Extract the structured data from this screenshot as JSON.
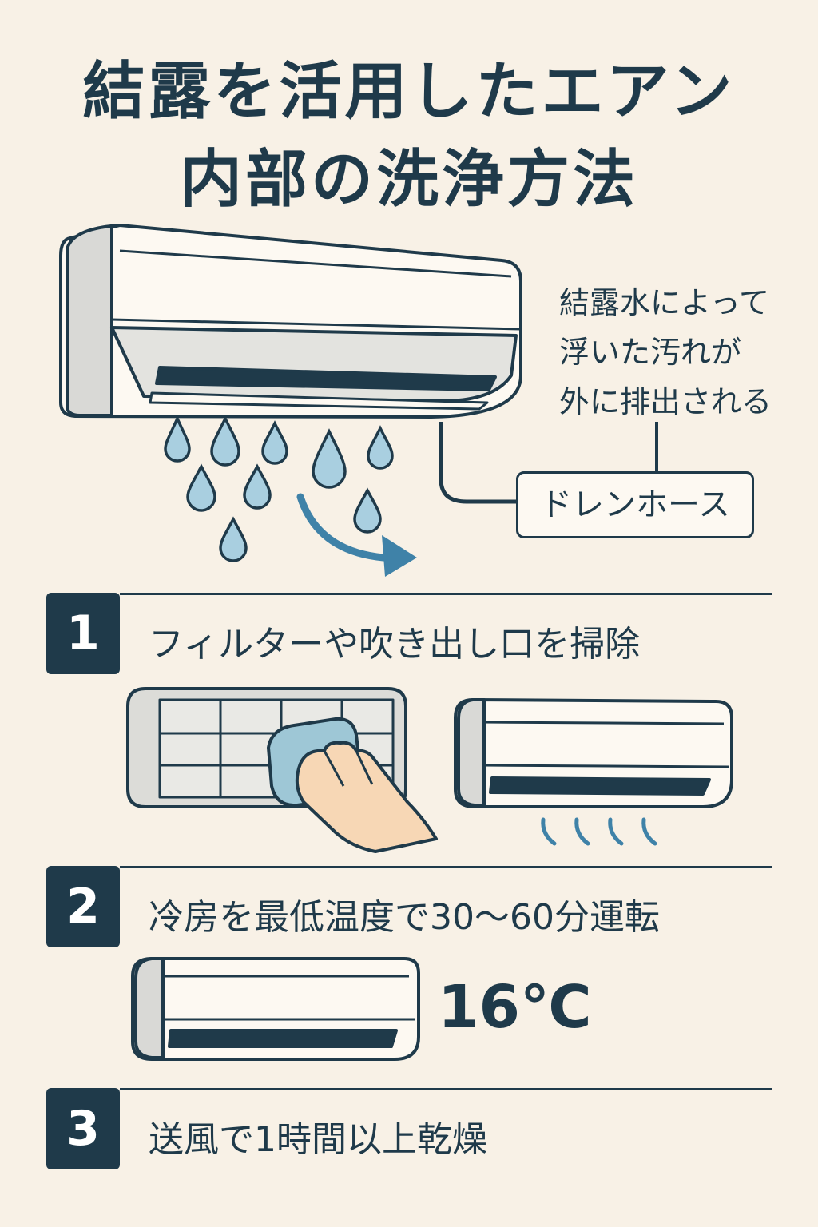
{
  "title": {
    "line1": "結露を活用したエアン",
    "line2": "内部の洗浄方法"
  },
  "diagram": {
    "note_lines": [
      "結露水によって",
      "浮いた汚れが",
      "外に排出される"
    ],
    "hose_label": "ドレンホース"
  },
  "steps": [
    {
      "number": "1",
      "text": "フィルターや吹き出し口を掃除"
    },
    {
      "number": "2",
      "text": "冷房を最低温度で30～60分運転",
      "temperature": "16℃"
    },
    {
      "number": "3",
      "text": "送風で1時間以上乾燥"
    }
  ],
  "colors": {
    "background": "#f8f1e6",
    "navy": "#1f3a4a",
    "water": "#a9cfe0",
    "arrow": "#3f82a8",
    "cloth": "#9ec7d6",
    "hand": "#f7d7b5"
  }
}
